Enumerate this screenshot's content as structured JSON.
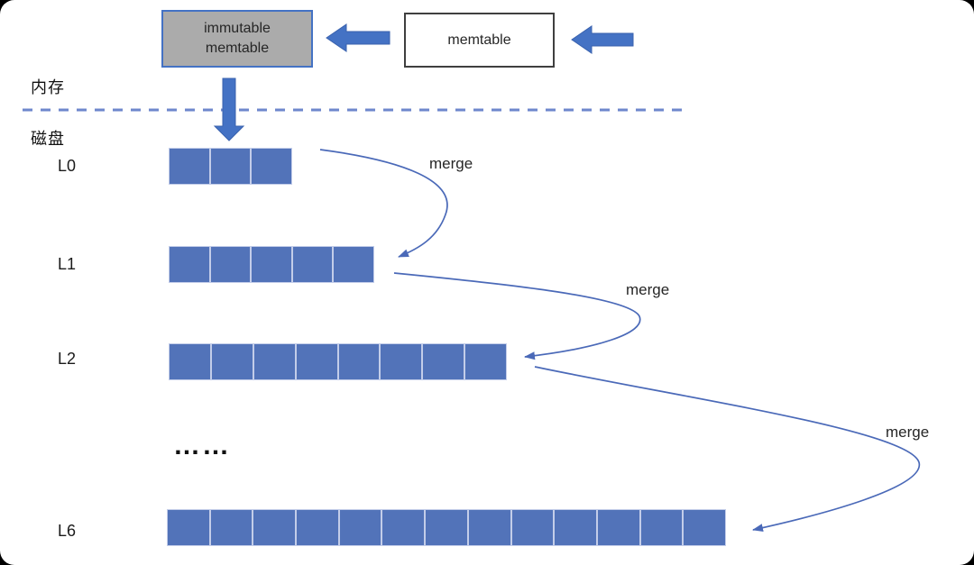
{
  "diagram_title": "LSM-tree memtable flush and level merge diagram",
  "colors": {
    "block_arrow_fill": "#4472C4",
    "block_arrow_edge": "#3A62AE",
    "segment_fill": "#5273B9",
    "segment_border": "#C3CDE9",
    "curve_stroke": "#4A69B8",
    "dashed_line": "#6E87CC",
    "immutable_box_fill": "#ABABAB",
    "immutable_box_border": "#4472C4",
    "memtable_box_border": "#3F3F3F",
    "text": "#262626"
  },
  "memory_section": {
    "label": "内存",
    "immutable_memtable": {
      "line1": "immutable",
      "line2": "memtable"
    },
    "memtable": {
      "label": "memtable"
    }
  },
  "disk_section": {
    "label": "磁盘",
    "levels": [
      {
        "name": "L0",
        "segments": 3
      },
      {
        "name": "L1",
        "segments": 5
      },
      {
        "name": "L2",
        "segments": 8
      },
      {
        "name": "L6",
        "segments": 13
      }
    ],
    "ellipsis": "……",
    "merge_labels": [
      "merge",
      "merge",
      "merge"
    ]
  }
}
